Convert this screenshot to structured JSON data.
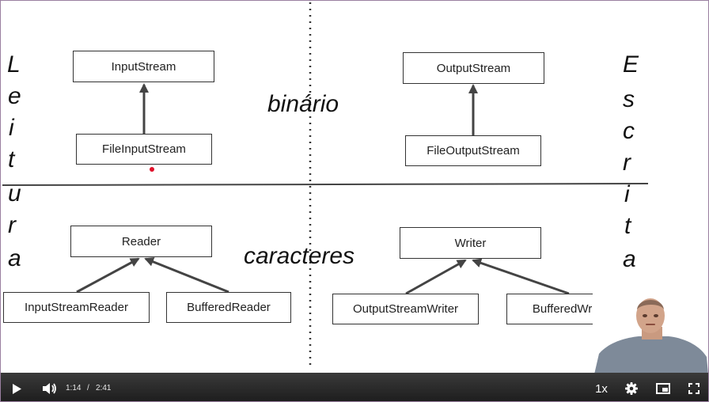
{
  "slide": {
    "left_word": [
      "L",
      "e",
      "i",
      "t",
      "u",
      "r",
      "a"
    ],
    "right_word": [
      "E",
      "s",
      "c",
      "r",
      "i",
      "t",
      "a"
    ],
    "binary_label": "binário",
    "chars_label": "caracteres",
    "boxes": {
      "input_stream": "InputStream",
      "file_input_stream": "FileInputStream",
      "output_stream": "OutputStream",
      "file_output_stream": "FileOutputStream",
      "reader": "Reader",
      "input_stream_reader": "InputStreamReader",
      "buffered_reader": "BufferedReader",
      "writer": "Writer",
      "output_stream_writer": "OutputStreamWriter",
      "buffered_writer": "BufferedWriter"
    }
  },
  "player": {
    "current_time": "1:14",
    "separator": "/",
    "duration": "2:41",
    "speed": "1x",
    "progress": 0.46,
    "accent_color": "#5a52e0",
    "icons": [
      "play-icon",
      "volume-icon",
      "gear-icon",
      "pip-icon",
      "fullscreen-icon"
    ]
  }
}
